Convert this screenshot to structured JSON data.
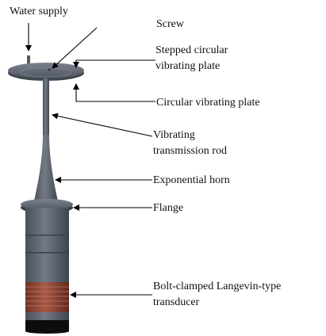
{
  "labels": {
    "water_supply": "Water supply",
    "screw": "Screw",
    "stepped_plate_line1": "Stepped circular",
    "stepped_plate_line2": "vibrating plate",
    "circular_plate": "Circular vibrating plate",
    "rod_line1": "Vibrating",
    "rod_line2": "transmission rod",
    "horn": "Exponential horn",
    "flange": "Flange",
    "transducer_line1": "Bolt-clamped Langevin-type",
    "transducer_line2": "transducer"
  },
  "colors": {
    "body": "#5f6672",
    "body_dark": "#3c424c",
    "body_light": "#808894",
    "coil": "#9a4a3a",
    "base": "#0c0c0c",
    "arrow": "#000000"
  }
}
